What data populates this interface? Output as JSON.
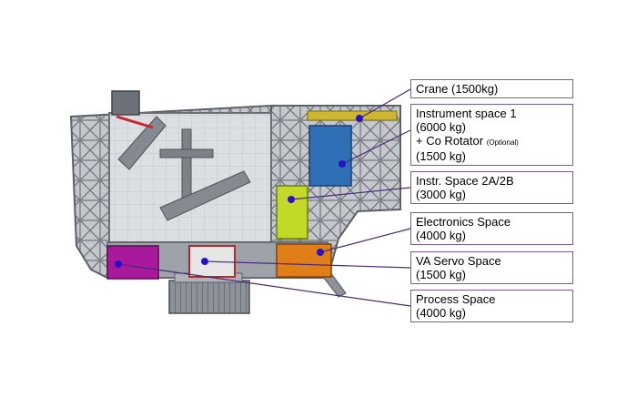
{
  "colors": {
    "leader": "#4a2a7a",
    "marker": "#2a10c8",
    "box_border": "#7a5aa0",
    "instrument_space_1": "#2f6fb5",
    "instr_space_2a_2b": "#c3d928",
    "electronics_space": "#e07f17",
    "va_servo_space": "#d8d8d8",
    "process_space": "#a8199c",
    "crane": "#e2d73c",
    "structure": "#b8bcc2"
  },
  "labels": [
    {
      "id": "crane",
      "lines": [
        "Crane (1500kg)"
      ]
    },
    {
      "id": "instrument",
      "lines": [
        "Instrument space 1",
        "(6000 kg)",
        "+ Co Rotator",
        "(1500 kg)"
      ],
      "note": "(Optional)"
    },
    {
      "id": "instr2",
      "lines": [
        "Instr. Space 2A/2B",
        "(3000 kg)"
      ]
    },
    {
      "id": "electronics",
      "lines": [
        "Electronics Space",
        "(4000 kg)"
      ]
    },
    {
      "id": "vaservo",
      "lines": [
        "VA Servo Space",
        "(1500 kg)"
      ]
    },
    {
      "id": "process",
      "lines": [
        "Process Space",
        "(4000 kg)"
      ]
    }
  ]
}
